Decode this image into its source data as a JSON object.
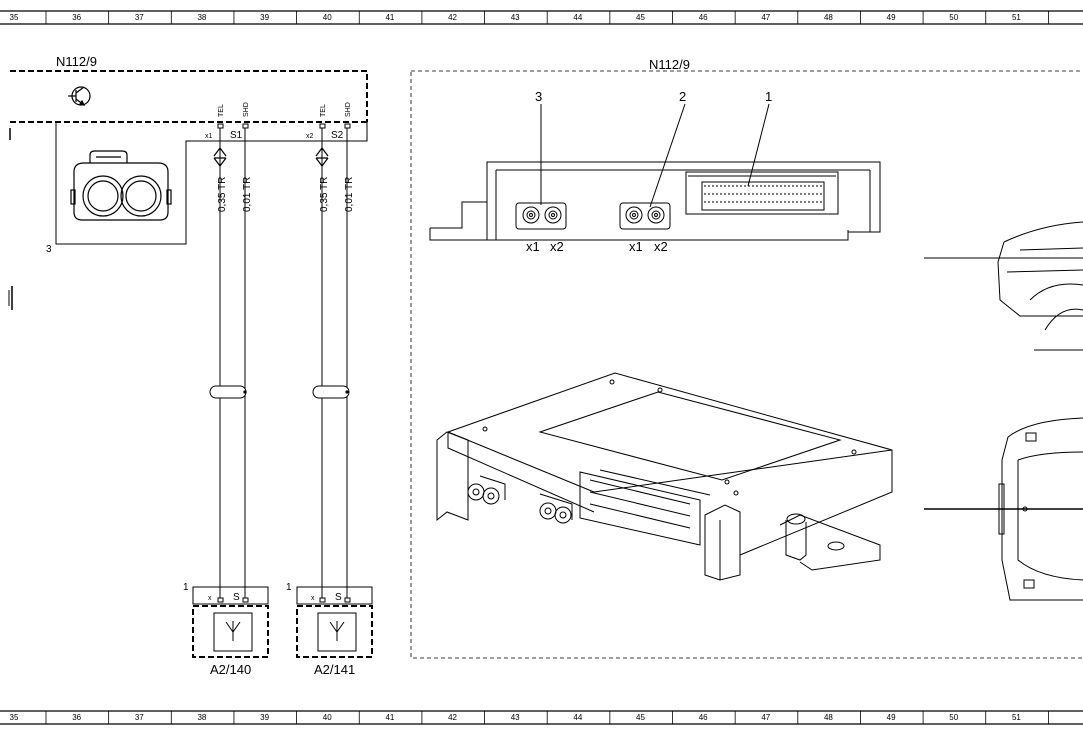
{
  "ruler": {
    "columns": [
      "35",
      "36",
      "37",
      "38",
      "39",
      "40",
      "41",
      "42",
      "43",
      "44",
      "45",
      "46",
      "47",
      "48",
      "49",
      "50",
      "51"
    ]
  },
  "schematic": {
    "module_label": "N112/9",
    "connector_callout": "3",
    "pins": [
      {
        "id": "x1",
        "type": "S1",
        "tel": "TEL",
        "shd": "SHD",
        "wire_signal": "0,35 TR",
        "wire_shield": "0,01 TR"
      },
      {
        "id": "x2",
        "type": "S2",
        "tel": "TEL",
        "shd": "SHD",
        "wire_signal": "0,35 TR",
        "wire_shield": "0,01 TR"
      }
    ],
    "antennas": [
      {
        "callout": "1",
        "pin_x": "x",
        "pin_s": "S",
        "label": "A2/140"
      },
      {
        "callout": "1",
        "pin_x": "x",
        "pin_s": "S",
        "label": "A2/141"
      }
    ]
  },
  "detail": {
    "module_label": "N112/9",
    "callouts": [
      "3",
      "2",
      "1"
    ],
    "conn_a": {
      "x1": "x1",
      "x2": "x2"
    },
    "conn_b": {
      "x1": "x1",
      "x2": "x2"
    }
  }
}
